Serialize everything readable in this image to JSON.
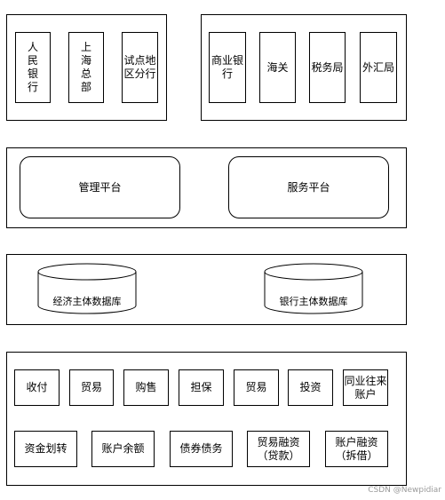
{
  "top_left_group": [
    {
      "name": "renmin",
      "label": "人\n民\n银\n行"
    },
    {
      "name": "shanghai",
      "label": "上\n海\n总\n部"
    },
    {
      "name": "pilot",
      "label": "试点地\n区分行"
    }
  ],
  "top_right_group": [
    {
      "name": "commercial-bank",
      "label": "商业银\n行"
    },
    {
      "name": "customs",
      "label": "海关"
    },
    {
      "name": "tax-bureau",
      "label": "税务局"
    },
    {
      "name": "forex-bureau",
      "label": "外汇局"
    }
  ],
  "platforms": {
    "management": "管理平台",
    "service": "服务平台"
  },
  "databases": {
    "economic": "经济主体数据库",
    "bank": "银行主体数据库"
  },
  "business_row1": [
    "收付",
    "贸易",
    "购售",
    "担保",
    "贸易",
    "投资",
    "同业往来\n账户"
  ],
  "business_row2": [
    "资金划转",
    "账户余额",
    "债券债务",
    "贸易融资\n（贷款）",
    "账户融资\n（拆借）"
  ],
  "watermark": "CSDN @Newpidiar"
}
